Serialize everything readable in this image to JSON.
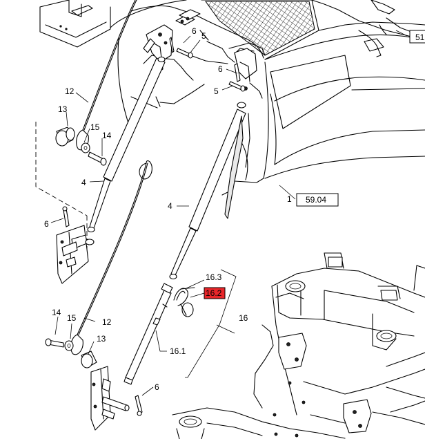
{
  "labels": {
    "l6a": "6",
    "l5a": "5",
    "l6b": "6",
    "l5b": "5",
    "l12a": "12",
    "l13a": "13",
    "l15a": "15",
    "l14a": "14",
    "l4a": "4",
    "l4b": "4",
    "l6c": "6",
    "l1": "1",
    "ref": "59.04",
    "l51": "51",
    "l163": "16.3",
    "l162": "16.2",
    "l16": "16",
    "l161": "16.1",
    "l14b": "14",
    "l15b": "15",
    "l12b": "12",
    "l13b": "13",
    "l6d": "6"
  },
  "colors": {
    "highlight": "#e8262a",
    "line": "#000000",
    "mesh": "#000000"
  }
}
